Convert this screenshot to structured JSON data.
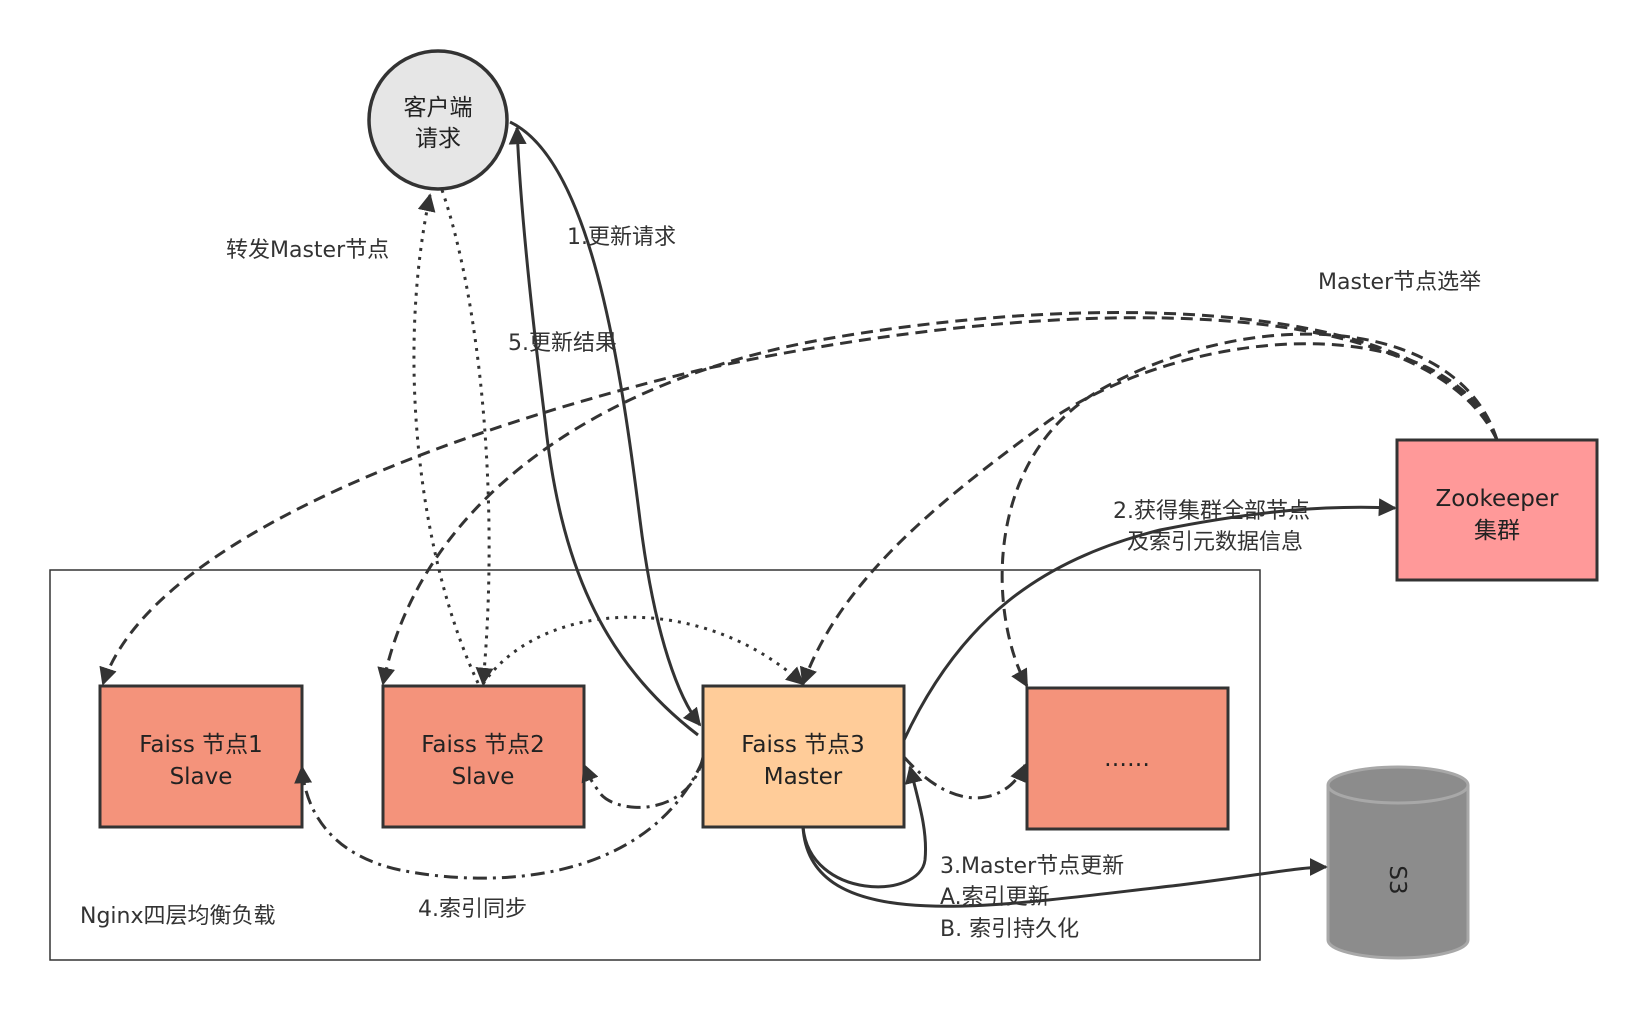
{
  "nodes": {
    "client": {
      "line1": "客户端",
      "line2": "请求"
    },
    "faiss1": {
      "line1": "Faiss 节点1",
      "line2": "Slave"
    },
    "faiss2": {
      "line1": "Faiss 节点2",
      "line2": "Slave"
    },
    "faiss3": {
      "line1": "Faiss 节点3",
      "line2": "Master"
    },
    "more": {
      "line1": "……"
    },
    "zookeeper": {
      "line1": "Zookeeper",
      "line2": "集群"
    },
    "s3": {
      "line1": "S3"
    }
  },
  "group": {
    "label": "Nginx四层均衡负载"
  },
  "edges": {
    "update_request": "1.更新请求",
    "forward_master": "转发Master节点",
    "update_result": "5.更新结果",
    "master_election": "Master节点选举",
    "get_nodes_line1": "2.获得集群全部节点",
    "get_nodes_line2": "及索引元数据信息",
    "master_update_line1": "3.Master节点更新",
    "master_update_line2": "A.索引更新",
    "master_update_line3": "B. 索引持久化",
    "index_sync": "4.索引同步"
  },
  "colors": {
    "slave_fill": "#f4937b",
    "master_fill": "#ffcc99",
    "zookeeper_fill": "#ff9999",
    "client_fill": "#e6e6e6",
    "s3_fill": "#8c8c8c",
    "stroke": "#333333"
  }
}
